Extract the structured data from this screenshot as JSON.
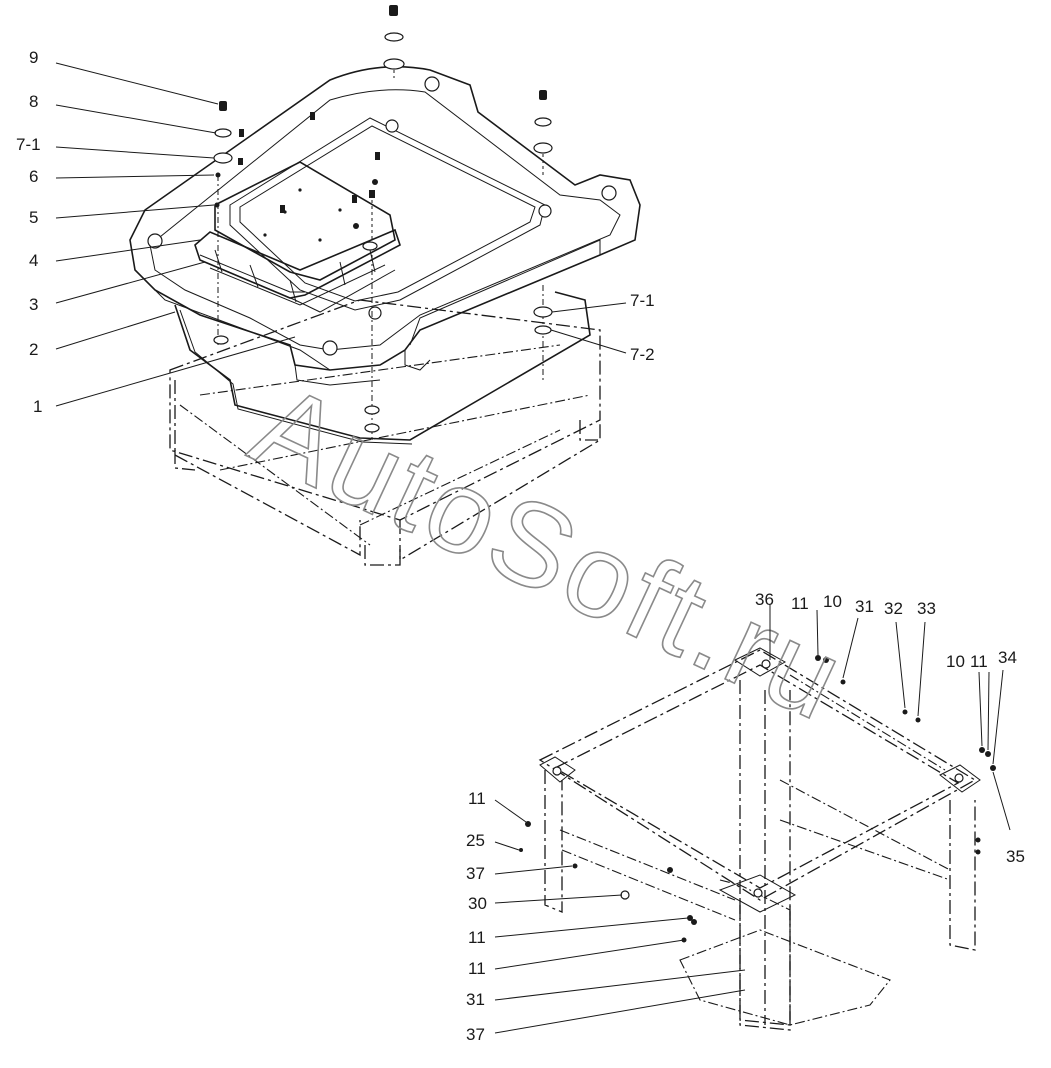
{
  "watermark": "AutoSoft.ru",
  "callouts": {
    "c9": "9",
    "c8": "8",
    "c7_1_left": "7-1",
    "c6": "6",
    "c5": "5",
    "c4": "4",
    "c3": "3",
    "c2": "2",
    "c1": "1",
    "c7_1_right": "7-1",
    "c7_2": "7-2",
    "c36": "36",
    "c11_top": "11",
    "c10_top": "10",
    "c31_top": "31",
    "c32": "32",
    "c33": "33",
    "c10_right": "10",
    "c11_right": "11",
    "c34": "34",
    "c35": "35",
    "c11_a": "11",
    "c25": "25",
    "c37_a": "37",
    "c30": "30",
    "c11_b": "11",
    "c11_c": "11",
    "c31_bottom": "31",
    "c37_b": "37"
  },
  "colors": {
    "ink": "#1a1a1a",
    "watermark": "#8a8a8a",
    "background": "#ffffff"
  }
}
